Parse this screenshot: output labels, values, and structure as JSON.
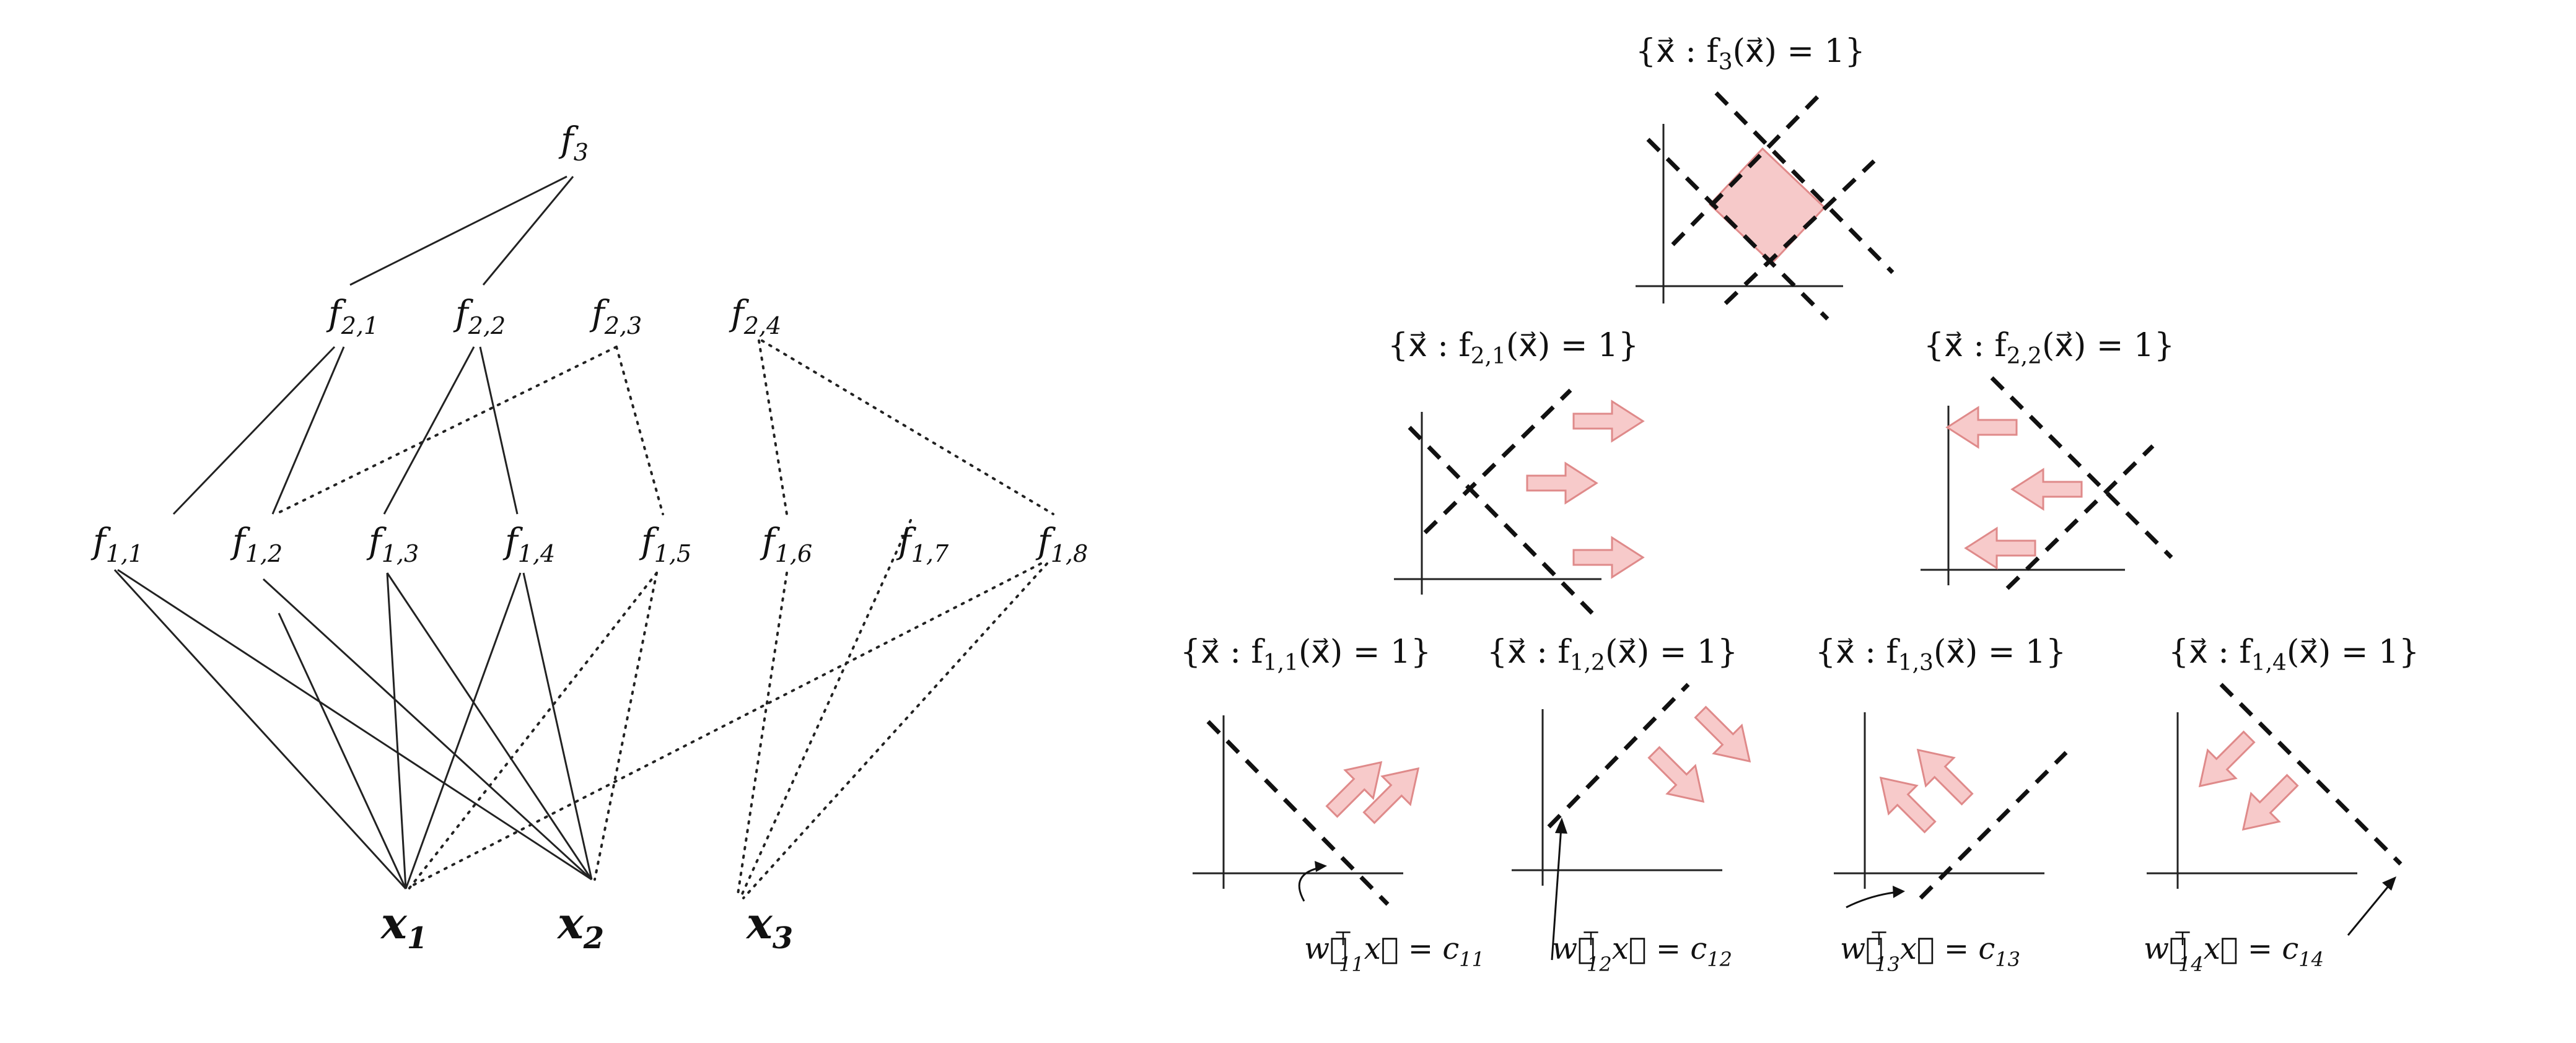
{
  "network": {
    "top": {
      "base": "f",
      "sub": "3"
    },
    "layer2": [
      {
        "base": "f",
        "sub": "2,1"
      },
      {
        "base": "f",
        "sub": "2,2"
      },
      {
        "base": "f",
        "sub": "2,3"
      },
      {
        "base": "f",
        "sub": "2,4"
      }
    ],
    "layer1": [
      {
        "base": "f",
        "sub": "1,1"
      },
      {
        "base": "f",
        "sub": "1,2"
      },
      {
        "base": "f",
        "sub": "1,3"
      },
      {
        "base": "f",
        "sub": "1,4"
      },
      {
        "base": "f",
        "sub": "1,5"
      },
      {
        "base": "f",
        "sub": "1,6"
      },
      {
        "base": "f",
        "sub": "1,7"
      },
      {
        "base": "f",
        "sub": "1,8"
      }
    ],
    "inputs": [
      {
        "base": "x",
        "sub": "1"
      },
      {
        "base": "x",
        "sub": "2"
      },
      {
        "base": "x",
        "sub": "3"
      }
    ]
  },
  "panels": {
    "f3": {
      "prefix": "{x⃗ : f",
      "sub": "3",
      "suffix": "(x⃗) = 1}"
    },
    "f21": {
      "prefix": "{x⃗ : f",
      "sub": "2,1",
      "suffix": "(x⃗) = 1}"
    },
    "f22": {
      "prefix": "{x⃗ : f",
      "sub": "2,2",
      "suffix": "(x⃗) = 1}"
    },
    "f11": {
      "prefix": "{x⃗ : f",
      "sub": "1,1",
      "suffix": "(x⃗) = 1}",
      "eq_lhs": "w⃗",
      "eq_sub": "11",
      "eq_mid": "x⃗ = c",
      "eq_rhs_sub": "11"
    },
    "f12": {
      "prefix": "{x⃗ : f",
      "sub": "1,2",
      "suffix": "(x⃗) = 1}",
      "eq_lhs": "w⃗",
      "eq_sub": "12",
      "eq_mid": "x⃗ = c",
      "eq_rhs_sub": "12"
    },
    "f13": {
      "prefix": "{x⃗ : f",
      "sub": "1,3",
      "suffix": "(x⃗) = 1}",
      "eq_lhs": "w⃗",
      "eq_sub": "13",
      "eq_mid": "x⃗ = c",
      "eq_rhs_sub": "13"
    },
    "f14": {
      "prefix": "{x⃗ : f",
      "sub": "1,4",
      "suffix": "(x⃗) = 1}",
      "eq_lhs": "w⃗",
      "eq_sub": "14",
      "eq_mid": "x⃗ = c",
      "eq_rhs_sub": "14"
    }
  },
  "transpose_symbol": "⊤",
  "colors": {
    "region_fill": "#f6c9c9",
    "arrow_fill": "#f7caca",
    "arrow_stroke": "#df8a8a"
  }
}
